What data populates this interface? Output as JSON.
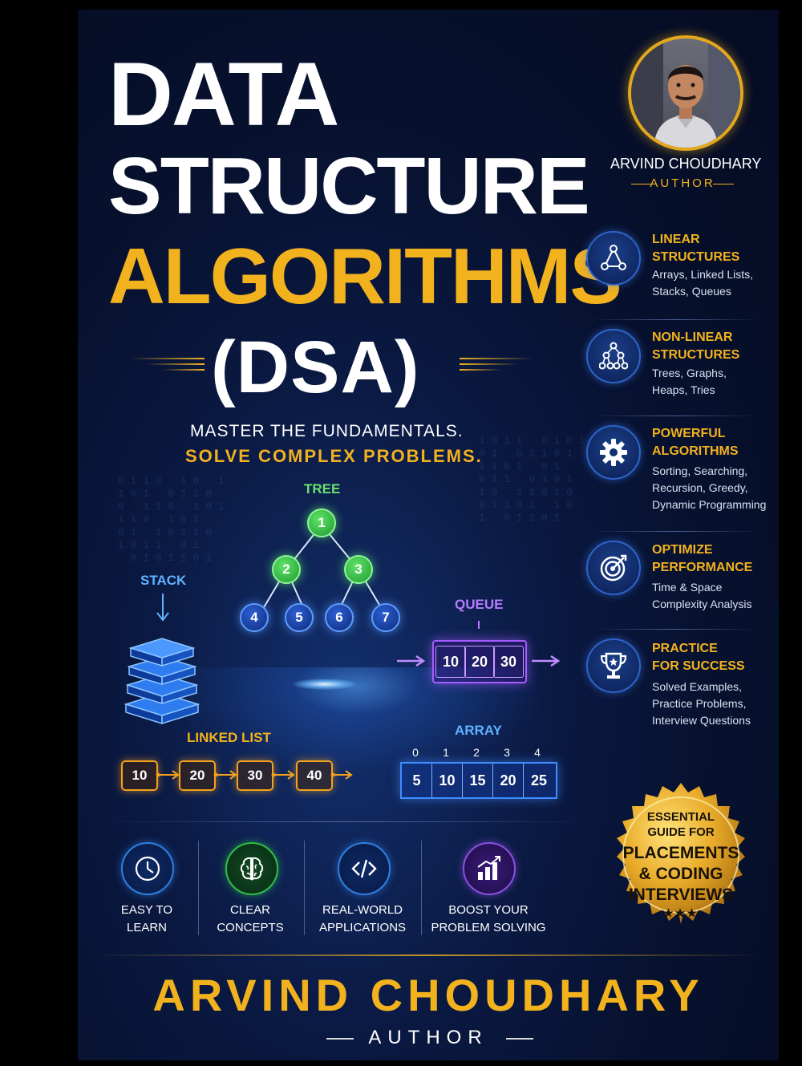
{
  "title": {
    "line1": "DATA",
    "line2": "STRUCTURE",
    "line3": "ALGORITHMS",
    "line4": "(DSA)"
  },
  "tagline": {
    "line1": "MASTER THE FUNDAMENTALS.",
    "line2": "SOLVE COMPLEX PROBLEMS."
  },
  "author_top": {
    "name": "ARVIND CHOUDHARY",
    "role": "AUTHOR"
  },
  "features": [
    {
      "title1": "LINEAR",
      "title2": "STRUCTURES",
      "desc1": "Arrays, Linked Lists,",
      "desc2": "Stacks, Queues",
      "desc3": "",
      "icon": "linear-structures-icon"
    },
    {
      "title1": "NON-LINEAR",
      "title2": "STRUCTURES",
      "desc1": "Trees, Graphs,",
      "desc2": "Heaps, Tries",
      "desc3": "",
      "icon": "tree-network-icon"
    },
    {
      "title1": "POWERFUL",
      "title2": "ALGORITHMS",
      "desc1": "Sorting, Searching,",
      "desc2": "Recursion, Greedy,",
      "desc3": "Dynamic Programming",
      "icon": "gear-icon"
    },
    {
      "title1": "OPTIMIZE",
      "title2": "PERFORMANCE",
      "desc1": "Time & Space",
      "desc2": "Complexity Analysis",
      "desc3": "",
      "icon": "target-icon"
    },
    {
      "title1": "PRACTICE",
      "title2": "FOR SUCCESS",
      "desc1": "Solved Examples,",
      "desc2": "Practice Problems,",
      "desc3": "Interview Questions",
      "icon": "trophy-icon"
    }
  ],
  "diagram": {
    "tree_label": "TREE",
    "tree_nodes": [
      "1",
      "2",
      "3",
      "4",
      "5",
      "6",
      "7"
    ],
    "stack_label": "STACK",
    "queue_label": "QUEUE",
    "queue_values": [
      "10",
      "20",
      "30"
    ],
    "linked_list_label": "LINKED LIST",
    "linked_list_values": [
      "10",
      "20",
      "30",
      "40"
    ],
    "array_label": "ARRAY",
    "array_indices": [
      "0",
      "1",
      "2",
      "3",
      "4"
    ],
    "array_values": [
      "5",
      "10",
      "15",
      "20",
      "25"
    ]
  },
  "bottom_features": [
    {
      "line1": "EASY TO",
      "line2": "LEARN",
      "icon": "clock-icon",
      "color": "#2f7fe0"
    },
    {
      "line1": "CLEAR",
      "line2": "CONCEPTS",
      "icon": "brain-icon",
      "color": "#2fbf4a"
    },
    {
      "line1": "REAL-WORLD",
      "line2": "APPLICATIONS",
      "icon": "code-icon",
      "color": "#2f7fe0"
    },
    {
      "line1": "BOOST YOUR",
      "line2": "PROBLEM SOLVING",
      "icon": "bar-chart-icon",
      "color": "#8a4fe0"
    }
  ],
  "badge": {
    "line1": "ESSENTIAL",
    "line2": "GUIDE FOR",
    "line3": "PLACEMENTS",
    "line4": "& CODING",
    "line5": "INTERVIEWS",
    "stars": "★★★"
  },
  "author_bottom": {
    "name": "ARVIND CHOUDHARY",
    "role": "AUTHOR"
  },
  "colors": {
    "gold": "#f2b21e",
    "background": "#07112e",
    "accent_blue": "#2f64c9"
  }
}
